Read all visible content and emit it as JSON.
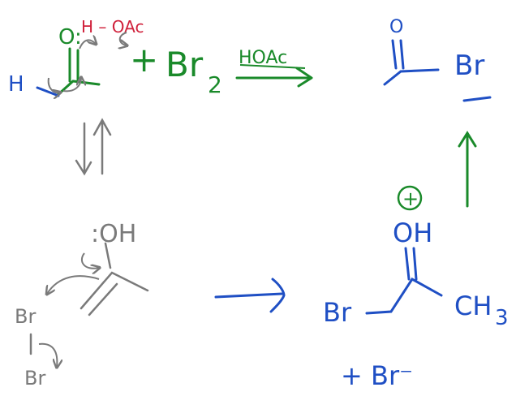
{
  "colors": {
    "blue": "#1f4fc4",
    "green": "#1a8a2a",
    "red": "#d0213b",
    "gray": "#7a7a7a",
    "background": "#ffffff"
  },
  "reactants": {
    "hydrogen": "H",
    "carbonyl_oxygen": "O:",
    "acid": "H – OAc",
    "plus": "+",
    "bromine": "Br",
    "bromine_subscript": "2"
  },
  "conditions": {
    "solvent": "HOAc"
  },
  "product": {
    "oxygen": "O",
    "bromine": "Br"
  },
  "enol": {
    "hydroxyl": ":OH"
  },
  "bromine_attack": {
    "top": "Br",
    "bottom": "Br"
  },
  "intermediate": {
    "charge": "+",
    "hydroxyl": "OH",
    "bromine": "Br",
    "methyl": "CH",
    "methyl_subscript": "3",
    "byproduct": "+ Br⁻"
  }
}
